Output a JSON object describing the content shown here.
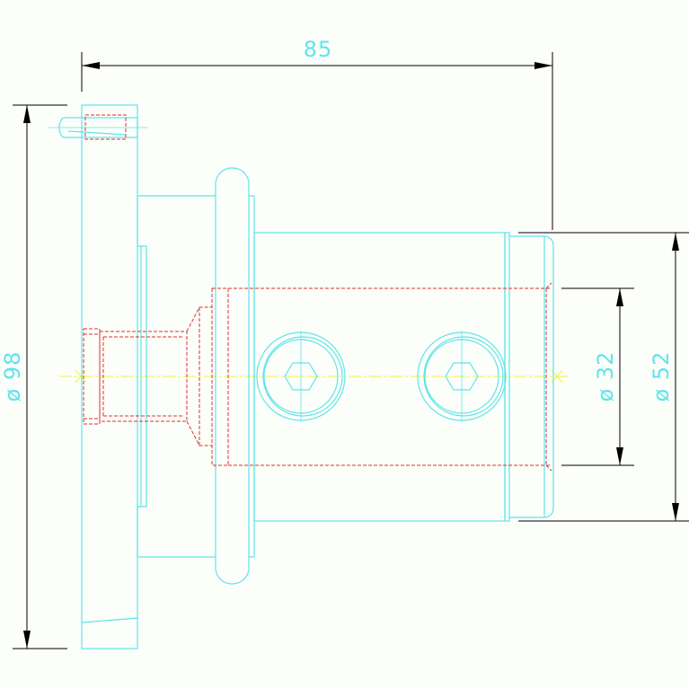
{
  "colors": {
    "background": "#fcfefa",
    "outline": "#5fe4ec",
    "hidden": "#e0302a",
    "centerline": "#f2f23a",
    "dimension": "#000000",
    "text": "#5fe4ec"
  },
  "dimensions": {
    "overall_length": "85",
    "flange_diameter": "ø 98",
    "bore_diameter": "ø 32",
    "body_diameter": "ø 52"
  }
}
